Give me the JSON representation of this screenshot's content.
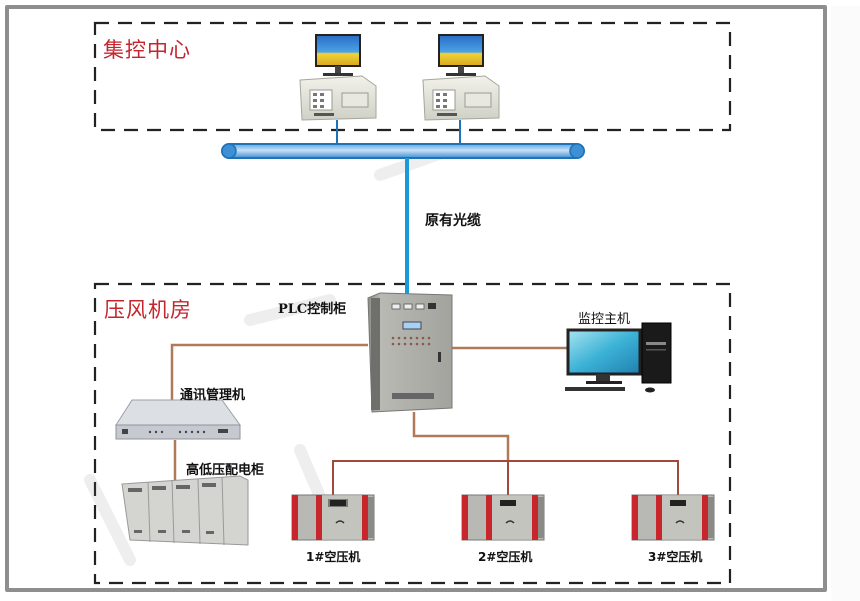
{
  "diagram": {
    "zones": [
      {
        "id": "control-center",
        "title": "集控中心"
      },
      {
        "id": "compressor-room",
        "title": "压风机房"
      }
    ],
    "links": {
      "fiber_label": "原有光缆"
    },
    "devices": {
      "plc_cabinet": "PLC控制柜",
      "monitor_host": "监控主机",
      "comm_manager": "通讯管理机",
      "power_cabinet": "高低压配电柜",
      "compressors": [
        "1#空压机",
        "2#空压机",
        "3#空压机"
      ]
    },
    "colors": {
      "zone_title": "#c4262e",
      "fiber_bus": "#1e88c8",
      "bus_fill": "#9fc6ec",
      "copper_cable": "#b07a5a",
      "compressor_cable": "#a04a3c",
      "frame_border": "#8e8e8e",
      "dashed_border": "#222222"
    }
  }
}
